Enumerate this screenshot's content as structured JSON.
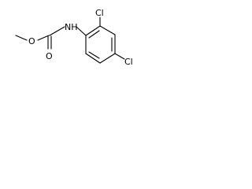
{
  "molecule": {
    "labels": {
      "o_ester": "O",
      "o_carbonyl": "O",
      "nh": "NH",
      "cl_ortho": "Cl",
      "cl_para": "Cl"
    },
    "colors": {
      "stroke": "#000000",
      "background": "#ffffff"
    }
  }
}
